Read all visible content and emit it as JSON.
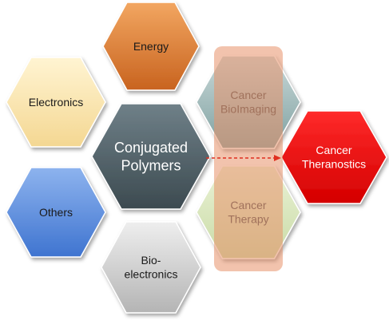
{
  "hexagons": {
    "energy": {
      "lines": [
        "Energy"
      ],
      "fill_top": "#f2a661",
      "fill_bottom": "#c8631f",
      "text_color": "#1a1a1a"
    },
    "electronics": {
      "lines": [
        "Electronics"
      ],
      "fill_top": "#fff4d2",
      "fill_bottom": "#f4d792",
      "text_color": "#1a1a1a"
    },
    "conjugated": {
      "lines": [
        "Conjugated",
        "Polymers"
      ],
      "fill_top": "#6f8088",
      "fill_bottom": "#3c4a50",
      "text_color": "#ffffff"
    },
    "others": {
      "lines": [
        "Others"
      ],
      "fill_top": "#8db3ee",
      "fill_bottom": "#3f74d0",
      "text_color": "#1a1a1a"
    },
    "bioelectronics": {
      "lines": [
        "Bio-",
        "electronics"
      ],
      "fill_top": "#eeeeee",
      "fill_bottom": "#b4b4b4",
      "text_color": "#1a1a1a"
    },
    "bioimaging": {
      "lines": [
        "Cancer",
        "BioImaging"
      ],
      "fill_top": "#c9d8d8",
      "fill_bottom": "#7fa1a1",
      "text_color": "#4a4a4a"
    },
    "therapy": {
      "lines": [
        "Cancer",
        "Therapy"
      ],
      "fill_top": "#eaf2d6",
      "fill_bottom": "#c9dba6",
      "text_color": "#4a4a4a"
    },
    "theranostics": {
      "lines": [
        "Cancer",
        "Theranostics"
      ],
      "fill_top": "#ff2a2a",
      "fill_bottom": "#d40000",
      "text_color": "#ffffff"
    }
  },
  "colors": {
    "highlight_band": "#e8926a",
    "arrow": "#e03020"
  }
}
